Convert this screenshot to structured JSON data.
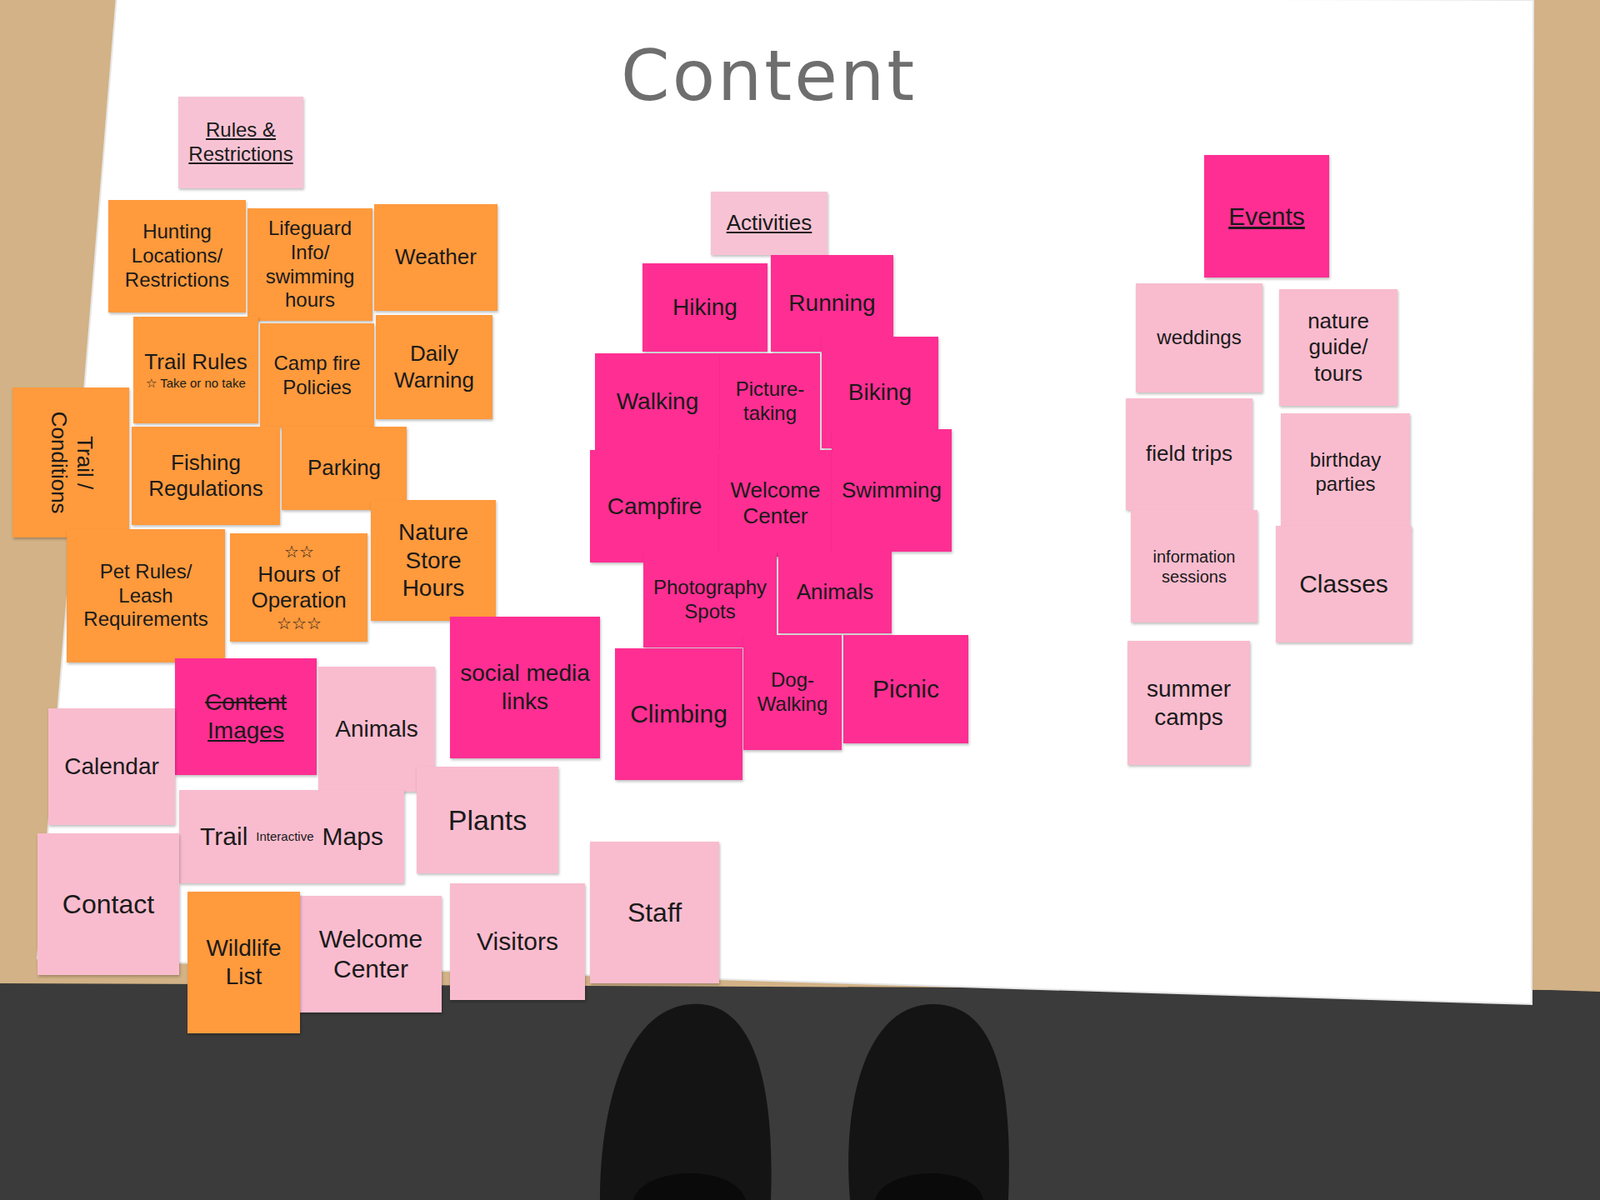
{
  "diagram": {
    "title": "Content",
    "nodes": [
      {
        "text": [
          "Rules & Restrictions"
        ]
      },
      {
        "text": [
          "Hunting Locations/ Restrictions"
        ]
      },
      {
        "text": [
          "Lifeguard Info/ swimming hours"
        ]
      },
      {
        "text": [
          "Weather"
        ]
      },
      {
        "text": [
          "Trail Rules",
          "☆ Take or no take"
        ]
      },
      {
        "text": [
          "Camp fire Policies"
        ]
      },
      {
        "text": [
          "Daily Warning"
        ]
      },
      {
        "text": [
          "Trail / Conditions"
        ]
      },
      {
        "text": [
          "Fishing Regulations"
        ]
      },
      {
        "text": [
          "Parking"
        ]
      },
      {
        "text": [
          "Pet Rules/ Leash Requirements"
        ]
      },
      {
        "text": [
          "☆☆",
          "Hours of Operation",
          "☆☆☆"
        ]
      },
      {
        "text": [
          "Nature Store Hours"
        ]
      },
      {
        "text": [
          "Content",
          "Images"
        ]
      },
      {
        "text": [
          "Calendar"
        ]
      },
      {
        "text": [
          "Animals"
        ]
      },
      {
        "text": [
          "social media links"
        ]
      },
      {
        "text": [
          "Trail",
          "Interactive",
          "Maps"
        ]
      },
      {
        "text": [
          "Plants"
        ]
      },
      {
        "text": [
          "Contact"
        ]
      },
      {
        "text": [
          "Welcome Center"
        ]
      },
      {
        "text": [
          "Wildlife List"
        ]
      },
      {
        "text": [
          "Visitors"
        ]
      },
      {
        "text": [
          "Staff"
        ]
      },
      {
        "text": [
          "Activities"
        ]
      },
      {
        "text": [
          "Hiking"
        ]
      },
      {
        "text": [
          "Running"
        ]
      },
      {
        "text": [
          "Walking"
        ]
      },
      {
        "text": [
          "Picture-taking"
        ]
      },
      {
        "text": [
          "Biking"
        ]
      },
      {
        "text": [
          "Campfire"
        ]
      },
      {
        "text": [
          "Welcome Center"
        ]
      },
      {
        "text": [
          "Swimming"
        ]
      },
      {
        "text": [
          "Photography Spots"
        ]
      },
      {
        "text": [
          "Animals"
        ]
      },
      {
        "text": [
          "Climbing"
        ]
      },
      {
        "text": [
          "Dog-Walking"
        ]
      },
      {
        "text": [
          "Picnic"
        ]
      },
      {
        "text": [
          "Events"
        ]
      },
      {
        "text": [
          "weddings"
        ]
      },
      {
        "text": [
          "nature guide/ tours"
        ]
      },
      {
        "text": [
          "field trips"
        ]
      },
      {
        "text": [
          "birthday parties"
        ]
      },
      {
        "text": [
          "information sessions"
        ]
      },
      {
        "text": [
          "Classes"
        ]
      },
      {
        "text": [
          "summer camps"
        ]
      }
    ]
  }
}
